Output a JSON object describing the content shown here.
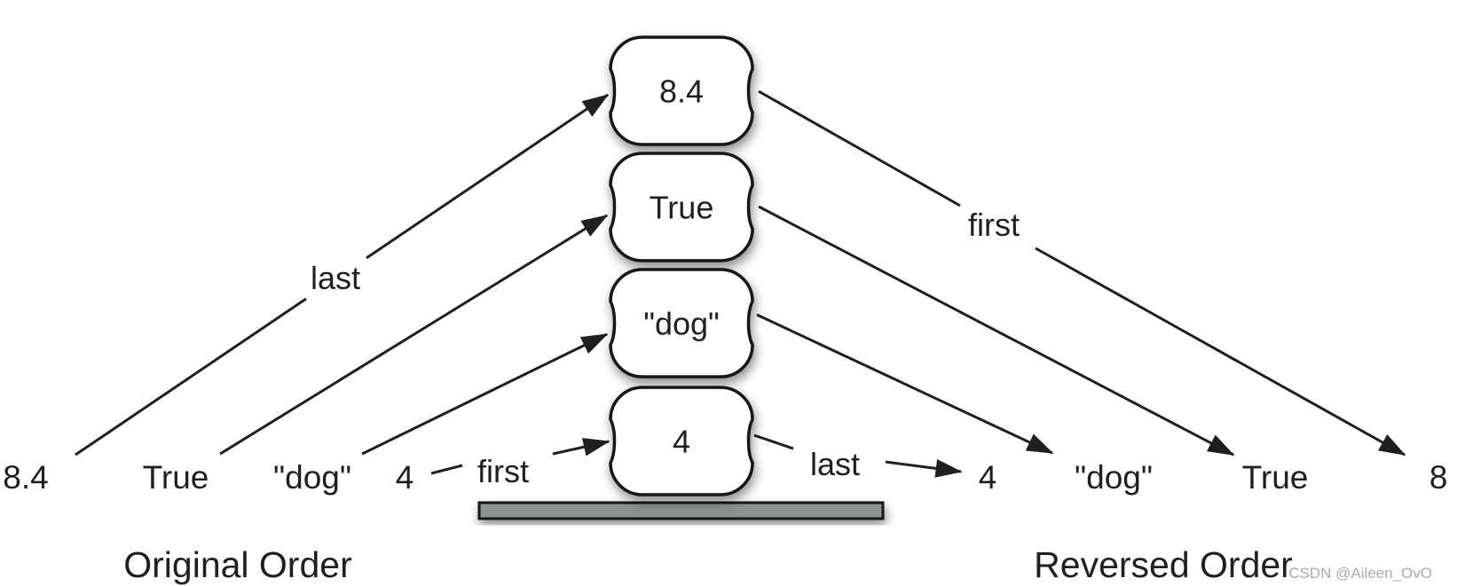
{
  "stack": {
    "items": [
      "8.4",
      "True",
      "\"dog\"",
      "4"
    ]
  },
  "original": {
    "caption": "Original Order",
    "items": [
      "8.4",
      "True",
      "\"dog\"",
      "4"
    ],
    "last_label": "last",
    "first_label": "first"
  },
  "reversed": {
    "caption": "Reversed Order",
    "items": [
      "4",
      "\"dog\"",
      "True",
      "8"
    ],
    "first_label": "first",
    "last_label": "last"
  },
  "watermark": "CSDN @Aileen_OvO",
  "colors": {
    "ink": "#1f1f1f",
    "box_border": "#161616",
    "box_fill": "#ffffff",
    "base_fill": "#8c9191",
    "watermark": "#a9a9ad"
  }
}
